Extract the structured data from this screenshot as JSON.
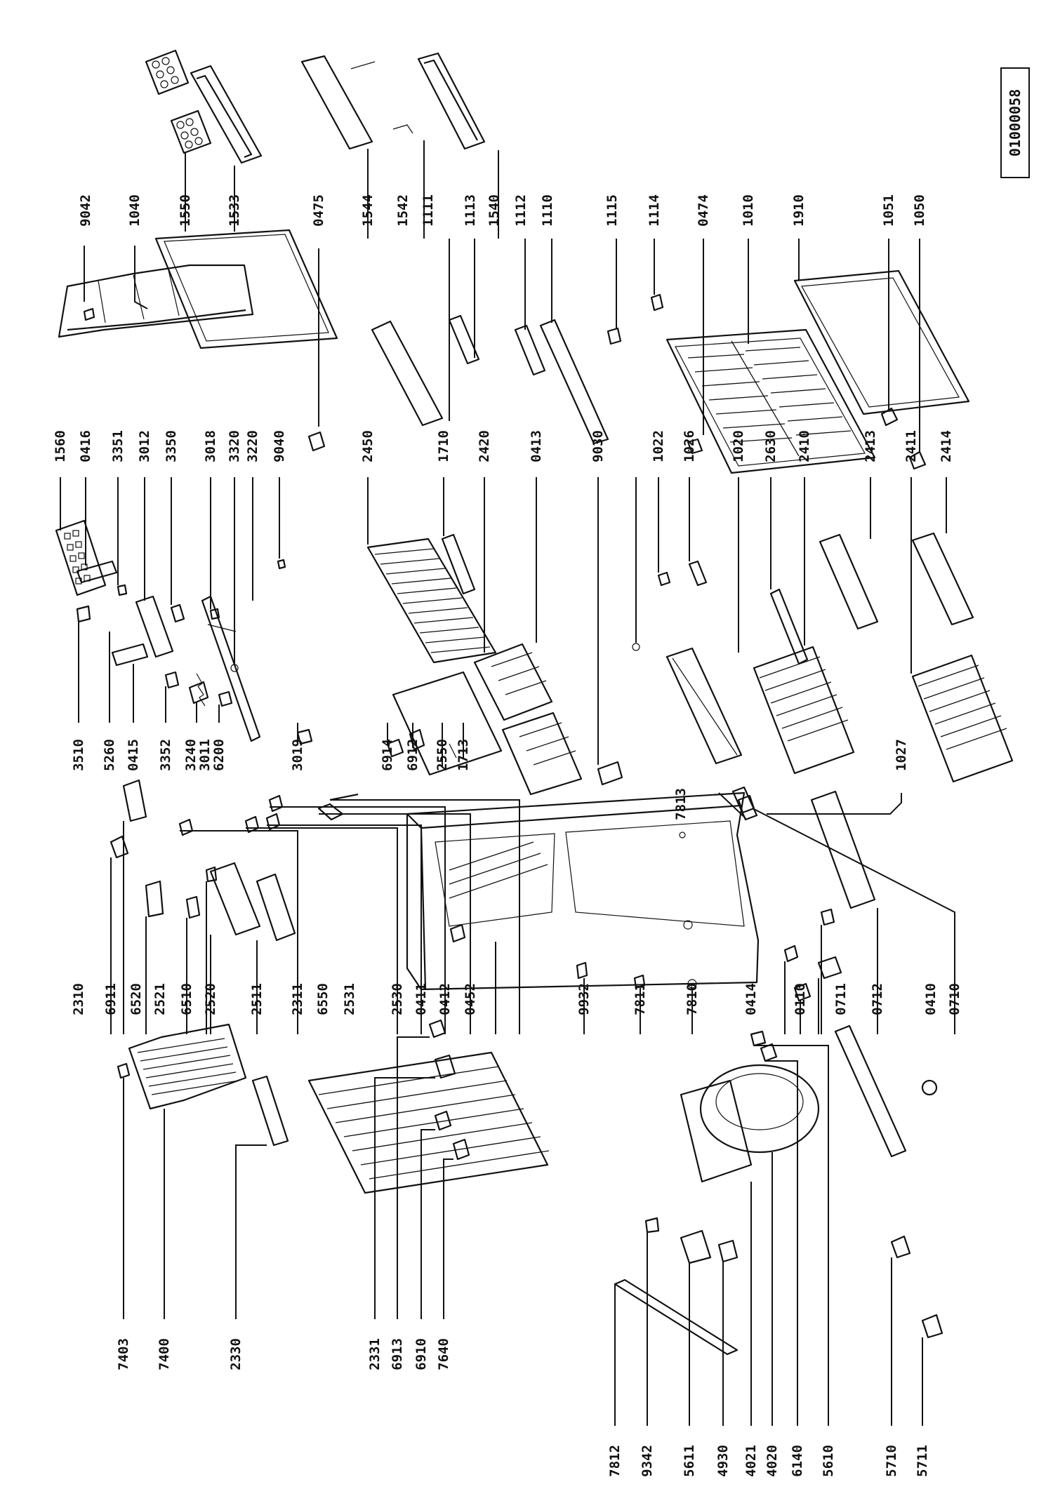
{
  "reference": "01000058",
  "labels": {
    "l9042": "9042",
    "l1040": "1040",
    "l1550": "1550",
    "l1533": "1533",
    "l0475": "0475",
    "l1544": "1544",
    "l1542": "1542",
    "l1111": "1111",
    "l1113": "1113",
    "l1540": "1540",
    "l1112": "1112",
    "l1110": "1110",
    "l1115": "1115",
    "l1114": "1114",
    "l0474": "0474",
    "l1010": "1010",
    "l1910": "1910",
    "l1051": "1051",
    "l1050": "1050",
    "l1560": "1560",
    "l0416": "0416",
    "l3351": "3351",
    "l3012": "3012",
    "l3350": "3350",
    "l3018": "3018",
    "l3320": "3320",
    "l3220": "3220",
    "l9040": "9040",
    "l2450": "2450",
    "l1710": "1710",
    "l2420": "2420",
    "l0413": "0413",
    "l9030": "9030",
    "l1022": "1022",
    "l1026": "1026",
    "l1020": "1020",
    "l2630": "2630",
    "l2410": "2410",
    "l2413": "2413",
    "l2411": "2411",
    "l2414": "2414",
    "l3510": "3510",
    "l5260": "5260",
    "l0415": "0415",
    "l3352": "3352",
    "l3240": "3240",
    "l3011": "3011",
    "l6200": "6200",
    "l3019": "3019",
    "l6914": "6914",
    "l6912": "6912",
    "l2550": "2550",
    "l1713": "1713",
    "l1027": "1027",
    "l7813": "7813",
    "l2310": "2310",
    "l6911": "6911",
    "l6520": "6520",
    "l2521": "2521",
    "l6510": "6510",
    "l2520": "2520",
    "l2511": "2511",
    "l2311": "2311",
    "l6550": "6550",
    "l2531": "2531",
    "l2530": "2530",
    "l0411": "0411",
    "l0412": "0412",
    "l0452": "0452",
    "l9932": "9932",
    "l7811": "7811",
    "l7810": "7810",
    "l0414": "0414",
    "l0110": "0110",
    "l0711": "0711",
    "l0712": "0712",
    "l0410": "0410",
    "l0710": "0710",
    "l7403": "7403",
    "l7400": "7400",
    "l2330": "2330",
    "l2331": "2331",
    "l6913": "6913",
    "l6910": "6910",
    "l7640": "7640",
    "l7812": "7812",
    "l9342": "9342",
    "l5611": "5611",
    "l4930": "4930",
    "l4021": "4021",
    "l4020": "4020",
    "l6140": "6140",
    "l5610": "5610",
    "l5710": "5710",
    "l5711": "5711"
  }
}
